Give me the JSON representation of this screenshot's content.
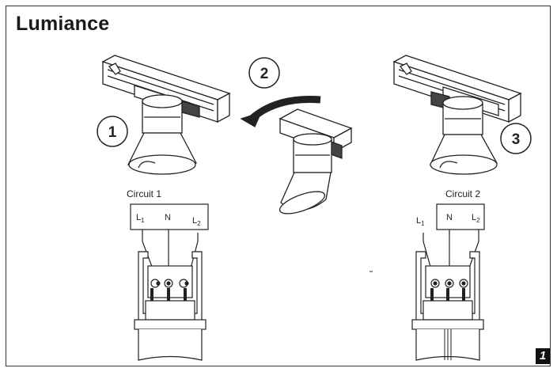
{
  "brand": "Lumiance",
  "figure_number": "1",
  "steps": [
    "1",
    "2",
    "3"
  ],
  "circuits": [
    {
      "title": "Circuit 1",
      "terminals": {
        "l1": "L",
        "l1_sub": "1",
        "n": "N",
        "l2": "L",
        "l2_sub": "2"
      }
    },
    {
      "title": "Circuit 2",
      "terminals": {
        "l1": "L",
        "l1_sub": "1",
        "n": "N",
        "l2": "L",
        "l2_sub": "2"
      }
    }
  ],
  "colors": {
    "line": "#222222",
    "frame": "#333333",
    "fill": "#ffffff",
    "badge": "#111111"
  }
}
